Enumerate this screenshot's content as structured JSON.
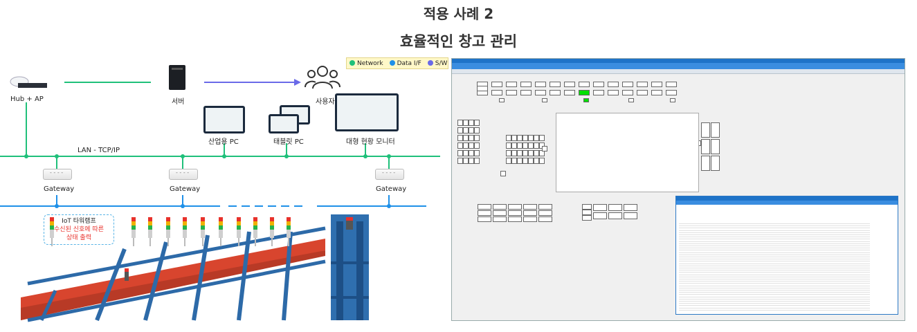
{
  "titles": {
    "main": "적용 사례 2",
    "sub": "효율적인 창고 관리"
  },
  "legend": [
    {
      "label": "Network",
      "color": "#1fc07a"
    },
    {
      "label": "Data I/F",
      "color": "#1e90e8"
    },
    {
      "label": "S/W",
      "color": "#6a6ae8"
    }
  ],
  "nodes": {
    "hub": "Hub + AP",
    "server": "서버",
    "user": "사용자",
    "industrial_pc": "산업용 PC",
    "tablet_pc": "태블릿 PC",
    "monitor": "대형 현황 모니터",
    "lan": "LAN - TCP/IP",
    "gateway1": "Gateway",
    "gateway2": "Gateway",
    "gateway3": "Gateway"
  },
  "callout": {
    "line1": "IoT 타워램프",
    "line2": "수신된 신호에 따른",
    "line3": "상태 출력"
  },
  "colors": {
    "network": "#1fc07a",
    "data_if": "#1e90e8",
    "sw": "#6a6ae8",
    "alert": "#e8312b"
  }
}
